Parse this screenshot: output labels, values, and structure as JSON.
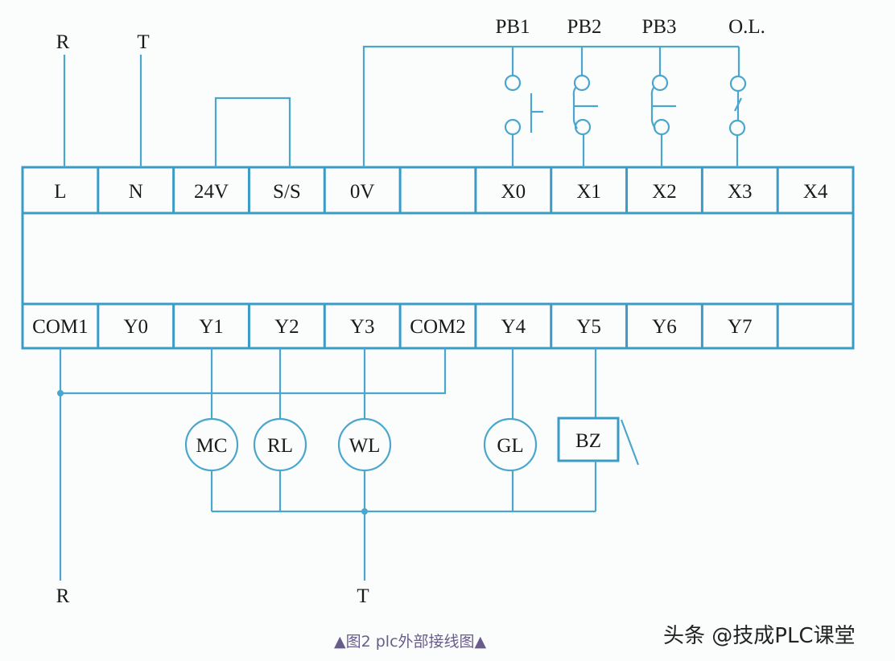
{
  "supply_top": {
    "left": "R",
    "right": "T"
  },
  "supply_bottom": {
    "left": "R",
    "right": "T"
  },
  "input_devices": [
    "PB1",
    "PB2",
    "PB3",
    "O.L."
  ],
  "top_terminals": [
    "L",
    "N",
    "24V",
    "S/S",
    "0V",
    "",
    "X0",
    "X1",
    "X2",
    "X3",
    "X4"
  ],
  "bottom_terminals": [
    "COM1",
    "Y0",
    "Y1",
    "Y2",
    "Y3",
    "COM2",
    "Y4",
    "Y5",
    "Y6",
    "Y7",
    ""
  ],
  "loads": [
    "MC",
    "RL",
    "WL",
    "GL",
    "BZ"
  ],
  "caption": "▲图2 plc外部接线图▲",
  "watermark": "头条 @技成PLC课堂",
  "colors": {
    "wire": "#4aa6cc",
    "caption": "#6a5c8a"
  }
}
